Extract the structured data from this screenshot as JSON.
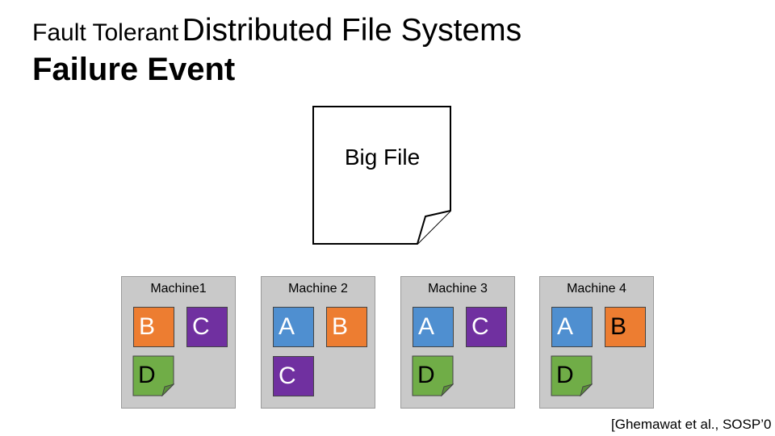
{
  "title": {
    "part1": "Fault Tolerant",
    "part2": "Distributed File Systems",
    "subtitle": "Failure Event"
  },
  "big_file": {
    "label": "Big File"
  },
  "machines": [
    {
      "name": "Machine1",
      "chunks": [
        "B",
        "C",
        "D"
      ]
    },
    {
      "name": "Machine 2",
      "chunks": [
        "A",
        "B",
        "C"
      ]
    },
    {
      "name": "Machine 3",
      "chunks": [
        "A",
        "C",
        "D"
      ]
    },
    {
      "name": "Machine 4",
      "chunks": [
        "A",
        "B",
        "D"
      ]
    }
  ],
  "chunk_colors": {
    "A": "#4f8fd0",
    "B": "#ed7d31",
    "C": "#7030a0",
    "D": "#70ad47"
  },
  "citation": "[Ghemawat et al., SOSP’0"
}
